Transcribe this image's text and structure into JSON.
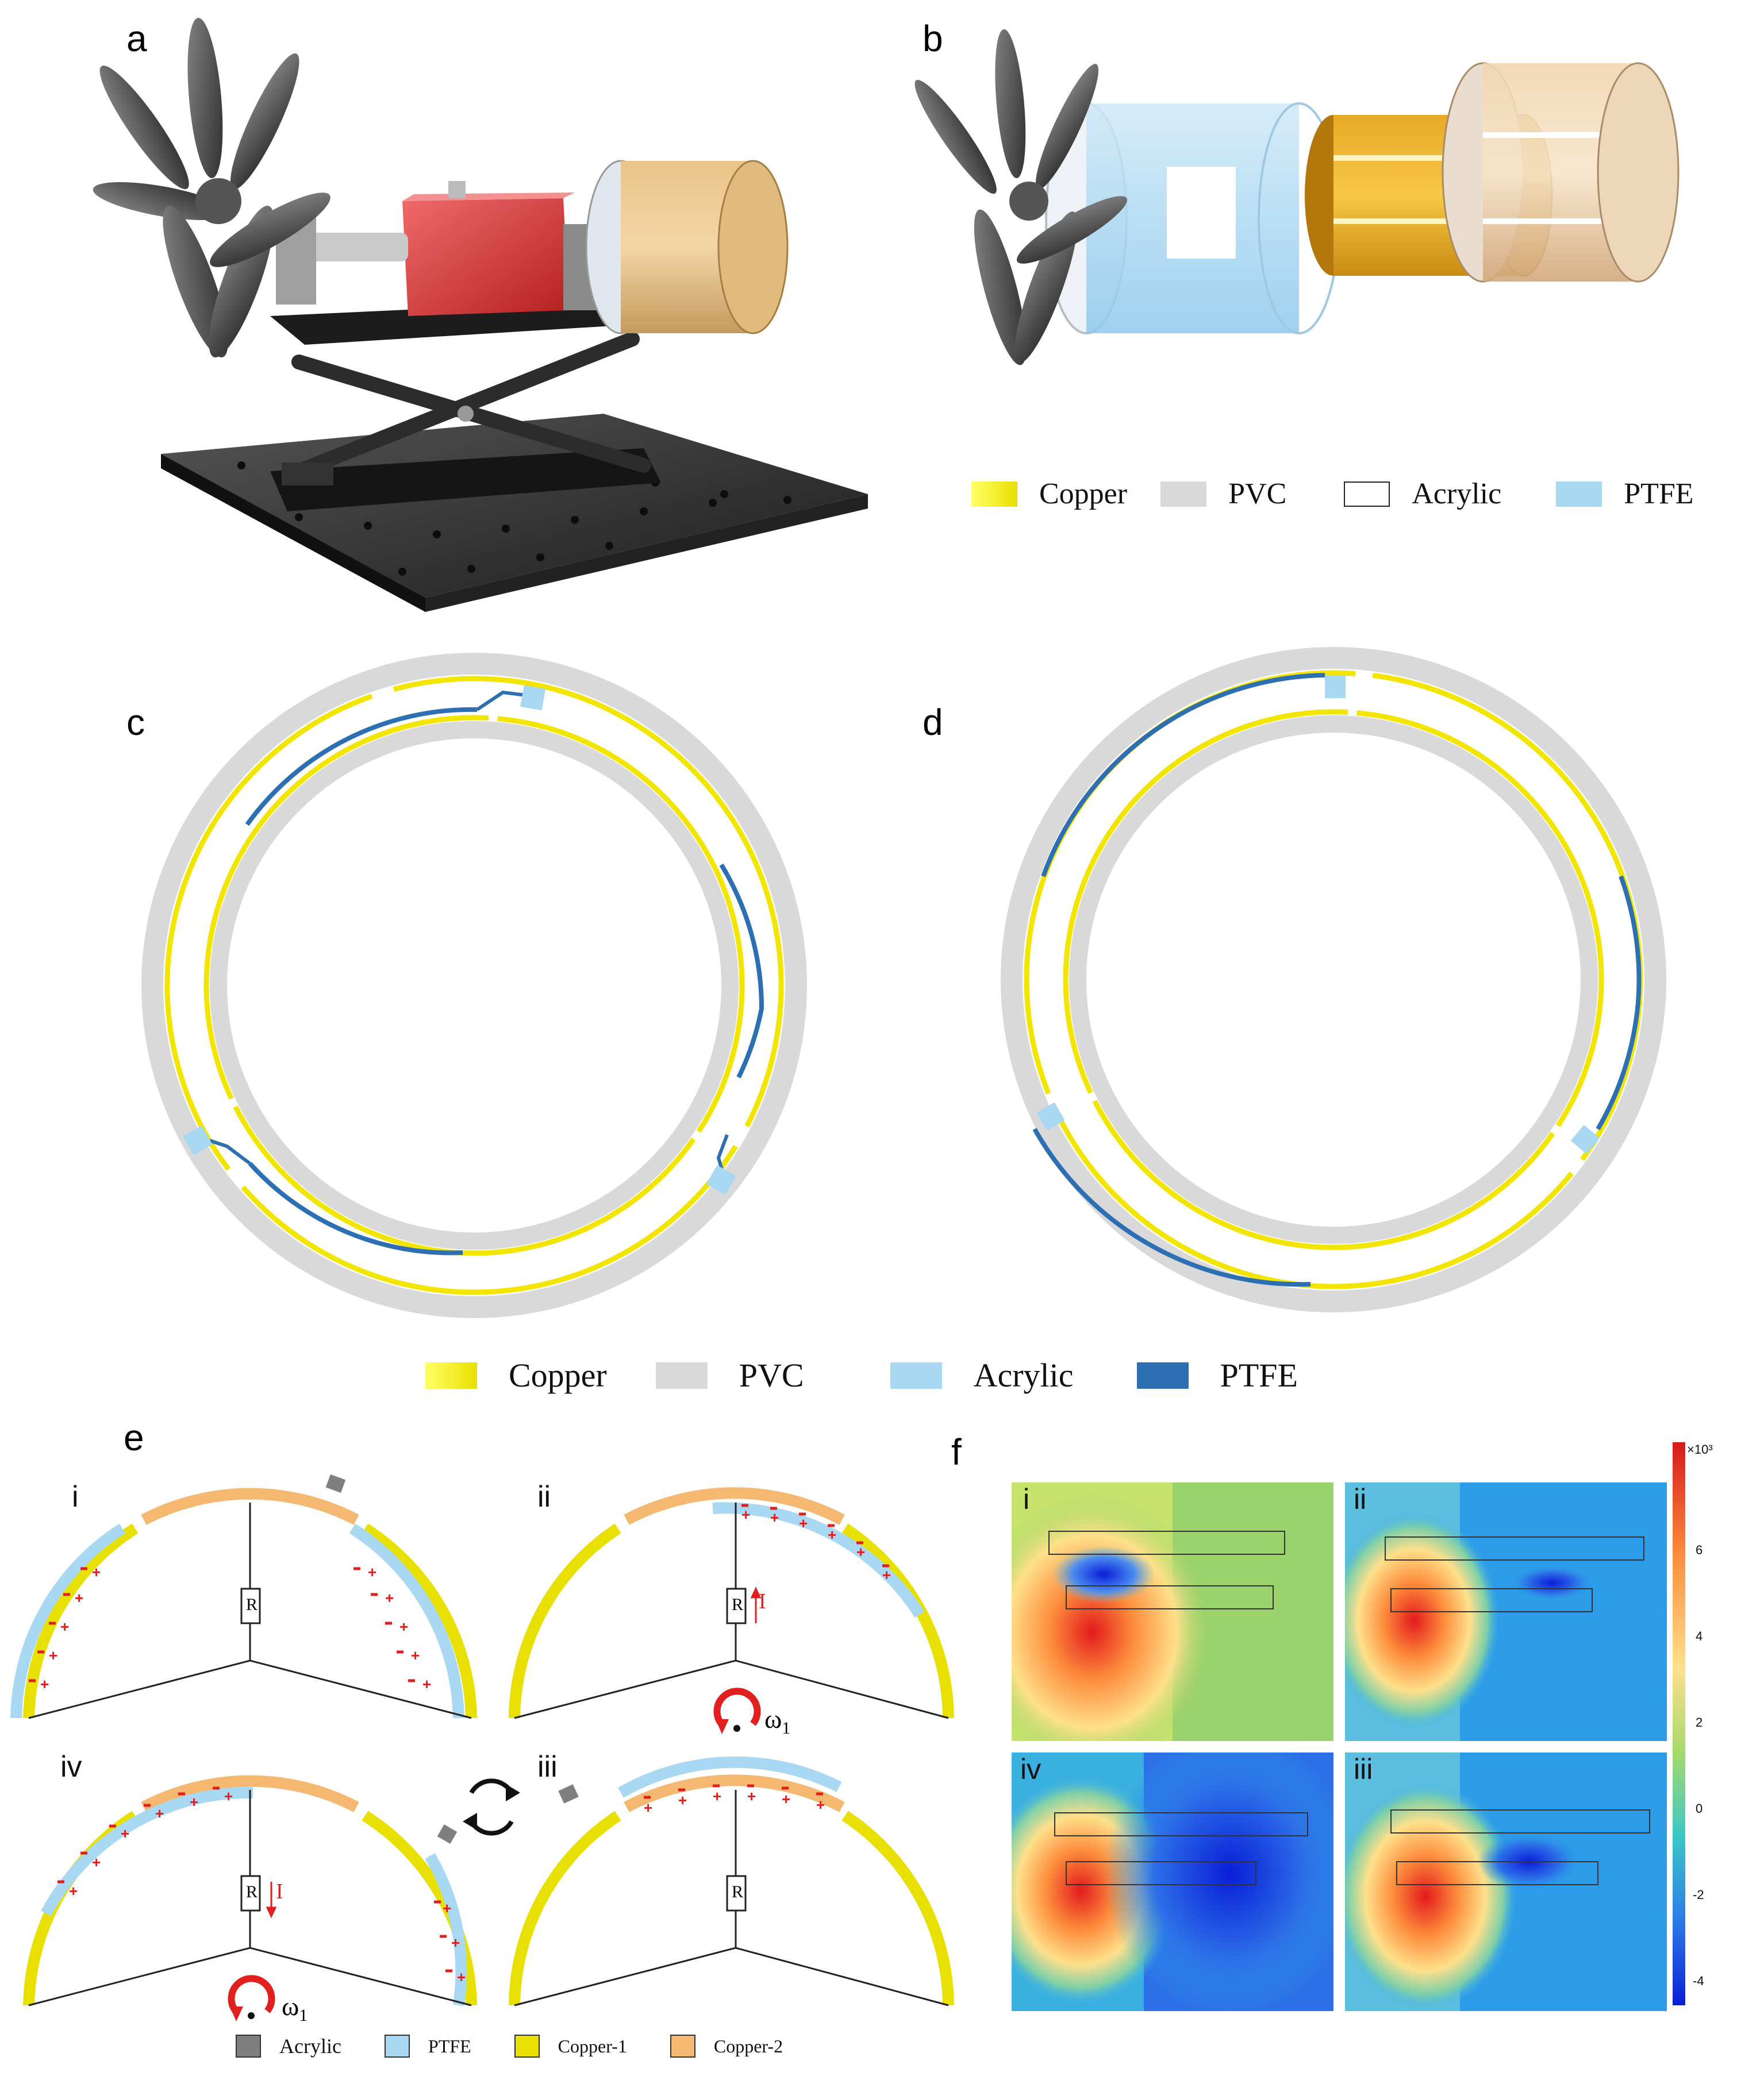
{
  "panels": {
    "a": "a",
    "b": "b",
    "c": "c",
    "d": "d",
    "e": "e",
    "f": "f"
  },
  "legend_b": [
    {
      "label": "Copper",
      "color": "#f2e600"
    },
    {
      "label": "PVC",
      "color": "#d9d9d9"
    },
    {
      "label": "Acrylic",
      "color": "#ffffff"
    },
    {
      "label": "PTFE",
      "color": "#a9d8f2"
    }
  ],
  "legend_cd": [
    {
      "label": "Copper",
      "color": "#f2e600"
    },
    {
      "label": "PVC",
      "color": "#d9d9d9"
    },
    {
      "label": "Acrylic",
      "color": "#a9d8f2"
    },
    {
      "label": "PTFE",
      "color": "#2c6fb3"
    }
  ],
  "legend_e": [
    {
      "label": "Acrylic",
      "color": "#7f7f7f"
    },
    {
      "label": "PTFE",
      "color": "#a9d8f2"
    },
    {
      "label": "Copper-1",
      "color": "#e8e000"
    },
    {
      "label": "Copper-2",
      "color": "#f5b870"
    }
  ],
  "e_states": {
    "i": "i",
    "ii": "ii",
    "iii": "iii",
    "iv": "iv",
    "resistor": "R",
    "current": "I",
    "omega": "ω",
    "omega_sub": "1"
  },
  "f_states": {
    "i": "i",
    "ii": "ii",
    "iv": "iv",
    "iii": "iii"
  },
  "colorbar": {
    "exponent": "×10³",
    "ticks": [
      "6",
      "4",
      "2",
      "0",
      "-2",
      "-4"
    ]
  }
}
